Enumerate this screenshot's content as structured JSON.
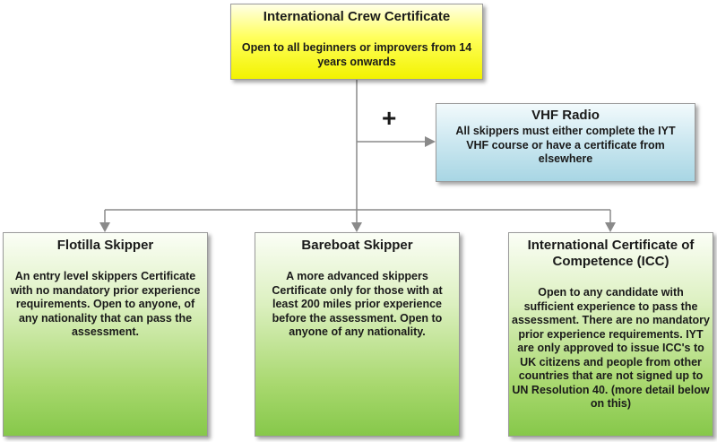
{
  "top": {
    "title": "International Crew Certificate",
    "body": "Open to all beginners  or improvers from 14 years onwards"
  },
  "plus_label": "+",
  "vhf": {
    "title": "VHF Radio",
    "body": "All skippers must either complete the IYT VHF course or have a certificate from elsewhere"
  },
  "flotilla": {
    "title": "Flotilla Skipper",
    "body": "An entry level skippers Certificate with no mandatory prior experience requirements. Open to anyone, of any nationality that can pass the assessment."
  },
  "bareboat": {
    "title": "Bareboat Skipper",
    "body": "A more advanced skippers Certificate only  for those with at least 200 miles prior experience before the assessment. Open to anyone of any nationality."
  },
  "icc": {
    "title": "International Certificate of Competence (ICC)",
    "body": "Open to any candidate with sufficient  experience to pass the assessment. There are no mandatory prior experience requirements. IYT are only approved to issue ICC's to UK citizens  and people from other countries that are not signed up to UN Resolution 40. (more detail below on this)"
  },
  "colors": {
    "top_fill": "#ffff5a",
    "vhf_fill": "#cbe7f0",
    "skipper_fill": "#a8d86e",
    "connector": "#8a8a8a"
  }
}
